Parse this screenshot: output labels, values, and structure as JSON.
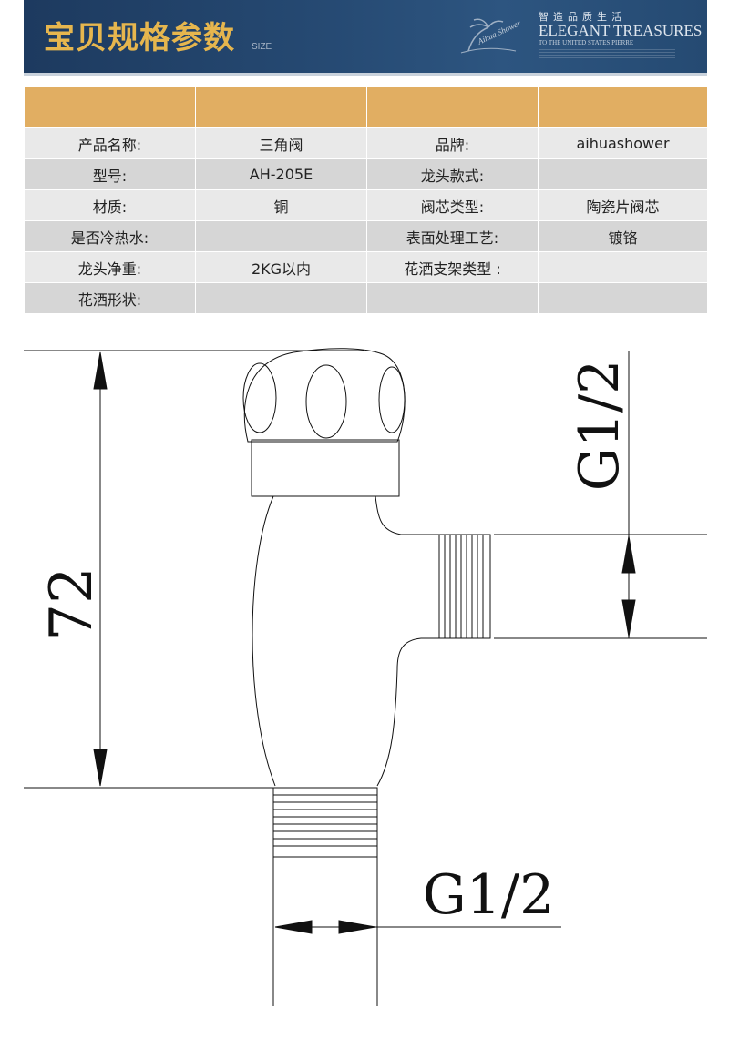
{
  "banner": {
    "title": "宝贝规格参数",
    "subtitle": "SIZE",
    "slogan_cn": "智造品质生活",
    "slogan_en": "ELEGANT TREASURES",
    "slogan_en_sub": "TO THE UNITED STATES PIERRE",
    "logo_text": "Aihua Shower"
  },
  "spec_table": {
    "rows": [
      [
        "产品名称:",
        "三角阀",
        "品牌:",
        "aihuashower"
      ],
      [
        "型号:",
        "AH-205E",
        "龙头款式:",
        ""
      ],
      [
        "材质:",
        "铜",
        "阀芯类型:",
        "陶瓷片阀芯"
      ],
      [
        "是否冷热水:",
        "",
        "表面处理工艺:",
        "镀铬"
      ],
      [
        "龙头净重:",
        "2KG以内",
        "花洒支架类型 :",
        ""
      ],
      [
        "花洒形状:",
        "",
        "",
        ""
      ]
    ]
  },
  "drawing": {
    "height_dim": "72",
    "side_thread": "G1/2",
    "bottom_thread": "G1/2"
  },
  "colors": {
    "banner_blue": "#1d3a5f",
    "title_gold": "#e6b64e",
    "table_header": "#e1ae62",
    "row_light": "#e9e9e9",
    "row_dark": "#d6d6d6"
  }
}
